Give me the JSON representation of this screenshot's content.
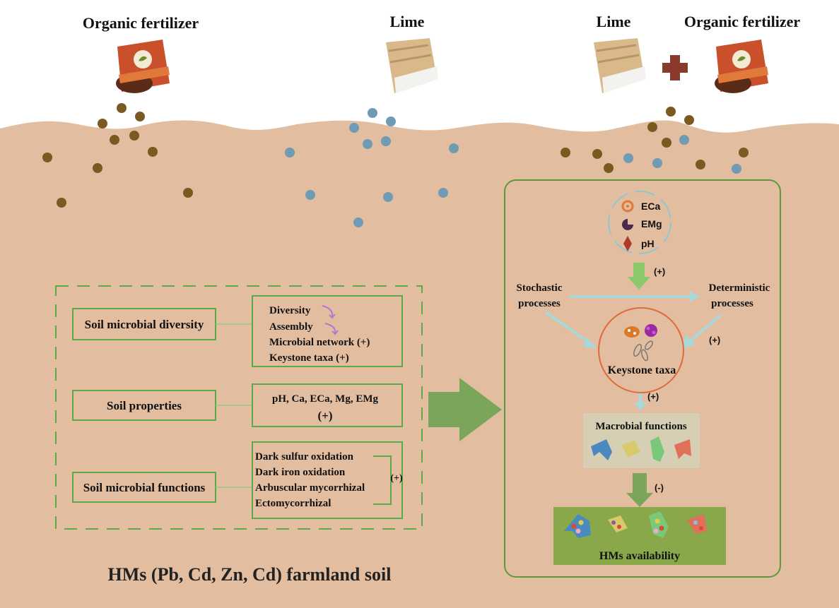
{
  "colors": {
    "soil": "#e2bd9f",
    "organic_particle": "#7a5a20",
    "lime_particle": "#6f9bb4",
    "box_green": "#5aa947",
    "panel_green": "#5a9a3a",
    "arrow_green": "#7ba55a",
    "cyan_arrow": "#a8d8d8",
    "keystone_ring": "#e06a3a",
    "plus_red": "#8a3a2a"
  },
  "top": {
    "organic_fertilizer_left": "Organic fertilizer",
    "lime_center": "Lime",
    "lime_right": "Lime",
    "organic_fertilizer_right": "Organic fertilizer",
    "bag_organic_icon": "fertilizer-bag-icon",
    "bag_lime_icon": "lime-sack-icon",
    "plus_icon": "plus-icon"
  },
  "left_panel": {
    "diversity_box": {
      "label": "Soil microbial diversity",
      "items": [
        "Diversity",
        "Assembly",
        "Microbial network (+)",
        "Keystone taxa (+)"
      ]
    },
    "properties_box": {
      "label": "Soil properties",
      "detail_line1": "pH, Ca, ECa, Mg, EMg",
      "detail_line2": "(+)"
    },
    "functions_box": {
      "label": "Soil microbial functions",
      "items": [
        "Dark sulfur oxidation",
        "Dark iron oxidation",
        "Arbuscular mycorrhizal",
        "Ectomycorrhizal"
      ],
      "sign": "(+)"
    }
  },
  "right_panel": {
    "legend": {
      "eca": "ECa",
      "emg": "EMg",
      "ph": "pH"
    },
    "plus_top": "(+)",
    "stochastic_line1": "Stochastic",
    "stochastic_line2": "processes",
    "deterministic_line1": "Deterministic",
    "deterministic_line2": "processes",
    "plus_det": "(+)",
    "keystone": "Keystone taxa",
    "plus_mid": "(+)",
    "macrobial": "Macrobial functions",
    "minus": "(-)",
    "hms": "HMs availability"
  },
  "footer": "HMs (Pb, Cd, Zn, Cd) farmland soil"
}
